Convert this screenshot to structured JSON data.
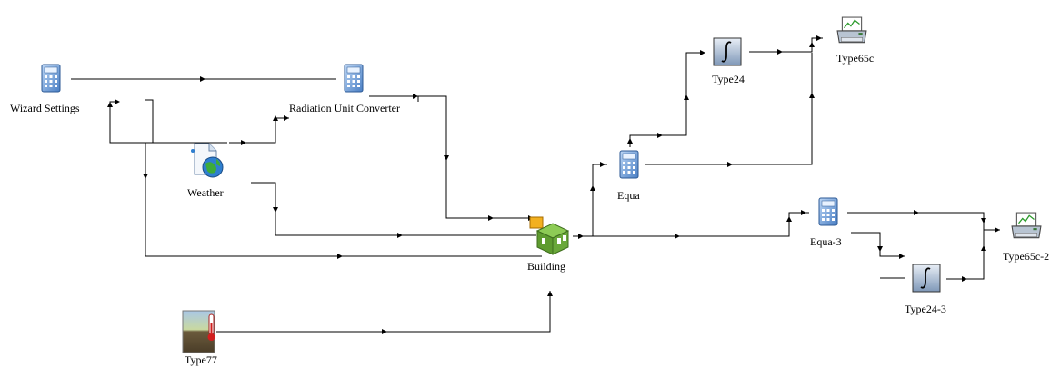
{
  "components": [
    {
      "id": "wizard",
      "label": "Wizard Settings",
      "icon": "calculator-icon"
    },
    {
      "id": "radconv",
      "label": "Radiation Unit Converter",
      "icon": "calculator-icon"
    },
    {
      "id": "weather",
      "label": "Weather",
      "icon": "weather-globe-icon"
    },
    {
      "id": "type77",
      "label": "Type77",
      "icon": "ground-temperature-icon"
    },
    {
      "id": "building",
      "label": "Building",
      "icon": "building-icon"
    },
    {
      "id": "equa",
      "label": "Equa",
      "icon": "calculator-icon"
    },
    {
      "id": "type24",
      "label": "Type24",
      "icon": "integrator-icon"
    },
    {
      "id": "type65c",
      "label": "Type65c",
      "icon": "printer-plot-icon"
    },
    {
      "id": "equa3",
      "label": "Equa-3",
      "icon": "calculator-icon"
    },
    {
      "id": "type24_3",
      "label": "Type24-3",
      "icon": "integrator-icon"
    },
    {
      "id": "type65c2",
      "label": "Type65c-2",
      "icon": "printer-plot-icon"
    }
  ],
  "colors": {
    "wire": "#000000",
    "calc_blue": "#4a7fc4",
    "building_green": "#6aa83a",
    "building_yellow": "#f2b020"
  }
}
